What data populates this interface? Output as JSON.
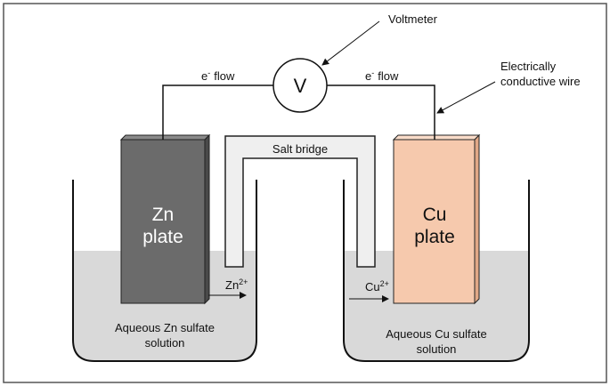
{
  "voltmeter": {
    "symbol": "V",
    "label": "Voltmeter"
  },
  "wire": {
    "label_line1": "Electrically",
    "label_line2": "conductive wire"
  },
  "flow": {
    "electron": "e",
    "superscript": "-",
    "word": "flow"
  },
  "salt_bridge": {
    "label": "Salt bridge"
  },
  "zn_plate": {
    "line1": "Zn",
    "line2": "plate",
    "color": "#6b6b6b"
  },
  "cu_plate": {
    "line1": "Cu",
    "line2": "plate",
    "color": "#f6c9ad"
  },
  "zn_ion": {
    "base": "Zn",
    "charge": "2+"
  },
  "cu_ion": {
    "base": "Cu",
    "charge": "2+"
  },
  "left_solution": {
    "line1": "Aqueous Zn sulfate",
    "line2": "solution"
  },
  "right_solution": {
    "line1": "Aqueous Cu sulfate",
    "line2": "solution"
  },
  "colors": {
    "solution": "#d9d9d9",
    "bridge": "#efefef",
    "frame": "#555555"
  }
}
